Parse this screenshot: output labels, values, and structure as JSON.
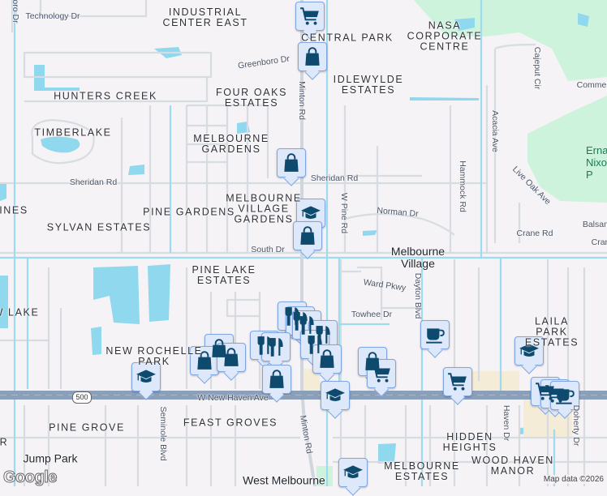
{
  "map": {
    "colors": {
      "background": "#f5f3f5",
      "water": "#8fd8ee",
      "park": "#cdf3dd",
      "highway": "#8b9fb9",
      "arterial": "#9ddcf0",
      "minor_road": "#d7dce3",
      "marker_fill": "#dde8fb",
      "marker_border": "#7fa6e3",
      "marker_icon": "#0d4a6e"
    },
    "areas": {
      "industrial_center_east": "INDUSTRIAL\nCENTER EAST",
      "hunters_creek": "HUNTERS CREEK",
      "four_oaks_estates": "FOUR OAKS\nESTATES",
      "timberlake": "TIMBERLAKE",
      "melbourne_gardens": "MELBOURNE\nGARDENS",
      "ines": "INES",
      "pine_gardens": "PINE GARDENS",
      "sylvan_estates": "SYLVAN ESTATES",
      "melbourne_village_gardens": "MELBOURNE\nVILLAGE\nGARDENS",
      "central_park": "CENTRAL PARK",
      "nasa_corporate_centre": "NASA\nCORPORATE\nCENTRE",
      "idlewylde_estates": "IDLEWYLDE\nESTATES",
      "pine_lake_estates": "PINE LAKE\nESTATES",
      "w_lake": "W LAKE",
      "laila_park_estates": "LAILA PARK\nESTATES",
      "new_rochelle_park": "NEW ROCHELLE\nPARK",
      "feast_groves": "FEAST GROVES",
      "pine_grove": "PINE GROVE",
      "hidden_heights": "HIDDEN\nHEIGHTS",
      "melbourne_estates": "MELBOURNE\nESTATES",
      "wood_haven_manor": "WOOD HAVEN\nMANOR",
      "r_partial": "R"
    },
    "cities": {
      "melbourne_village": "Melbourne\nVillage",
      "jump_park": "Jump Park",
      "west_melbourne": "West Melbourne"
    },
    "park_name": "Erna\nNixon P",
    "roads": {
      "technology_dr": "Technology Dr",
      "oro_dr": "oro Dr",
      "greenboro_dr": "Greenboro Dr",
      "minton_rd_north": "Minton Rd",
      "sheridan_rd_west": "Sheridan Rd",
      "sheridan_rd_east": "Sheridan Rd",
      "south_dr": "South Dr",
      "cajeput_cir": "Cajeput Cir",
      "commerce": "Comme",
      "acacia_ave": "Acacia Ave",
      "hammock_rd": "Hammock Rd",
      "live_oak_ave": "Live Oak Ave",
      "w_pine_rd": "W Pine Rd",
      "norman_dr": "Norman Dr",
      "balsam": "Balsam A",
      "crane_rd": "Crane Rd",
      "crane_partial": "Cran",
      "ward_pkwy": "Ward Pkwy",
      "dayton_blvd": "Dayton Blvd",
      "towhee_dr": "Towhee Dr",
      "w_new_haven_ave": "W New Haven Ave",
      "seminole_blvd": "Seminole Blvd",
      "minton_rd_south": "Minton Rd",
      "haven_dr": "Haven Dr",
      "doherty_dr": "Doherty Dr"
    },
    "route_shield": "500",
    "attribution": "Map data ©2026",
    "logo": "Google",
    "markers": [
      "grocery-cart",
      "shopping-bag",
      "shopping-bag",
      "school",
      "shopping-bag",
      "restaurant",
      "restaurant",
      "restaurant",
      "restaurant",
      "shopping-bag",
      "shopping-bag",
      "shopping-bag",
      "restaurant",
      "restaurant",
      "restaurant",
      "shopping-bag",
      "shopping-bag",
      "shopping-bag",
      "grocery-cart",
      "school",
      "school",
      "cafe",
      "school",
      "grocery-cart",
      "grocery-cart",
      "grocery-cart",
      "cafe",
      "school"
    ]
  }
}
